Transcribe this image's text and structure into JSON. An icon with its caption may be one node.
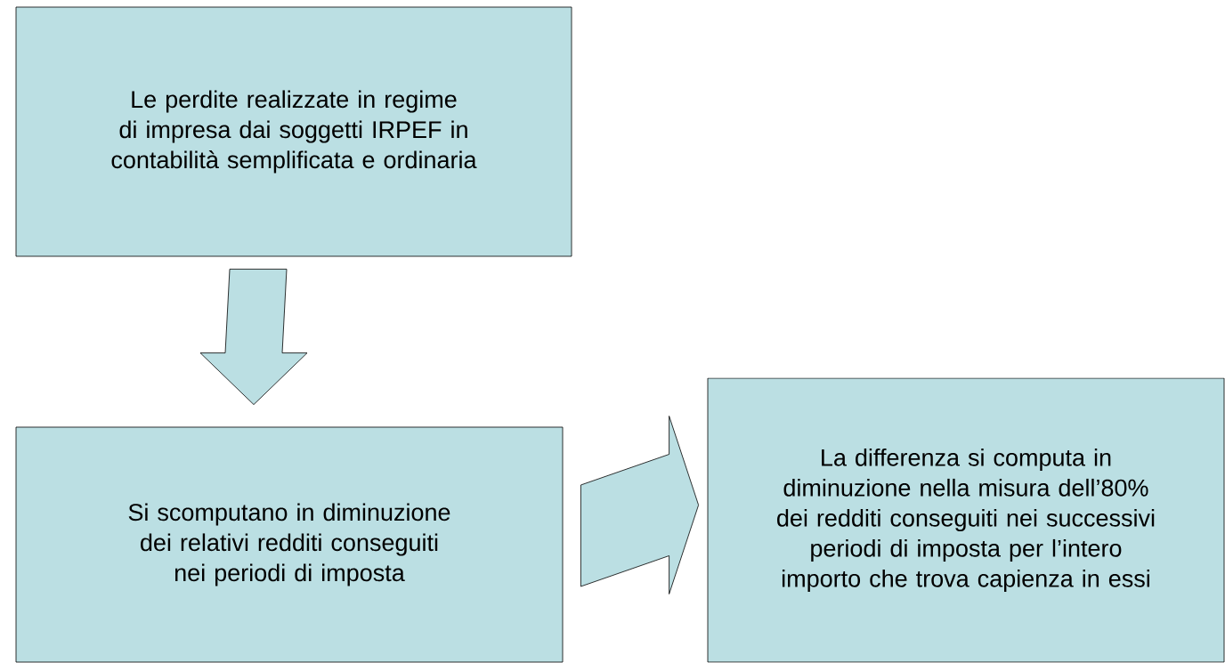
{
  "diagram": {
    "nodes": [
      {
        "text": [
          "Le perdite realizzate in regime di impresa dai soggetti IRPEF in contabilità semplificata e ordinaria"
        ]
      },
      {
        "text": [
          "Si scomputano in diminuzione dei relativi redditi conseguiti nei periodi di imposta"
        ]
      },
      {
        "text": [
          "La differenza si computa in diminuzione nella misura dell’80% dei redditi conseguiti nei successivi periodi di imposta per l’intero importo che trova capienza in essi"
        ]
      }
    ],
    "edges": [
      {
        "from": 0,
        "to": 1,
        "arrow": "to"
      },
      {
        "from": 1,
        "to": 2,
        "arrow": "to"
      }
    ]
  }
}
